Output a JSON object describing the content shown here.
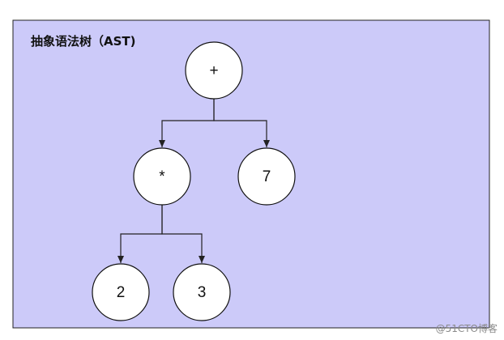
{
  "title": "抽象语法树（AST)",
  "colors": {
    "panel_fill": "#cccaf9",
    "panel_stroke": "#222222",
    "node_fill": "#ffffff",
    "node_stroke": "#111111",
    "edge": "#222222",
    "text": "#111111"
  },
  "tree": {
    "nodes": [
      {
        "id": "plus",
        "label": "+"
      },
      {
        "id": "times",
        "label": "*"
      },
      {
        "id": "seven",
        "label": "7"
      },
      {
        "id": "two",
        "label": "2"
      },
      {
        "id": "three",
        "label": "3"
      }
    ],
    "edges": [
      {
        "from": "plus",
        "to": "times"
      },
      {
        "from": "plus",
        "to": "seven"
      },
      {
        "from": "times",
        "to": "two"
      },
      {
        "from": "times",
        "to": "three"
      }
    ]
  },
  "watermark": "@51CTO博客"
}
